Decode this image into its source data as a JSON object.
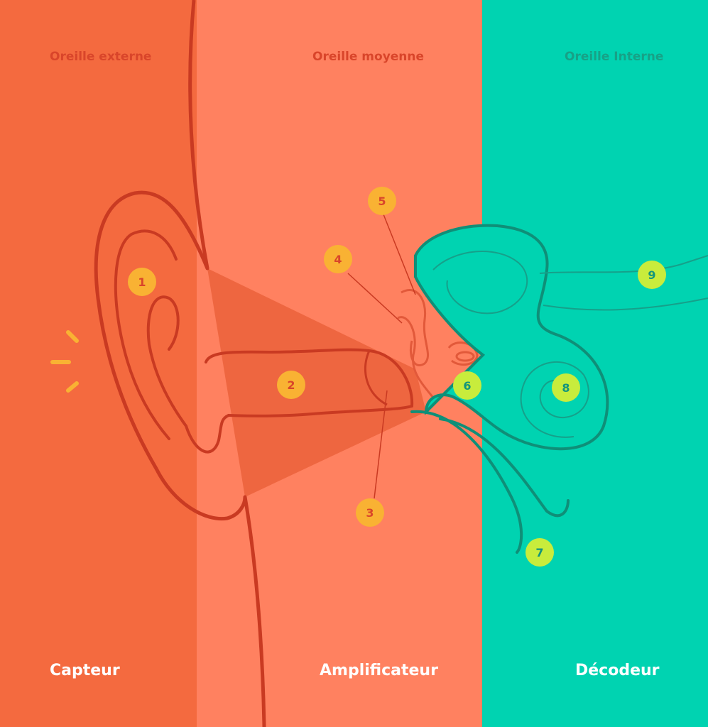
{
  "zones": [
    {
      "title": "Oreille externe",
      "role": "Capteur"
    },
    {
      "title": "Oreille moyenne",
      "role": "Amplificateur"
    },
    {
      "title": "Oreille Interne",
      "role": "Décodeur"
    }
  ],
  "markers": [
    "1",
    "2",
    "3",
    "4",
    "5",
    "6",
    "7",
    "8",
    "9"
  ],
  "colors": {
    "outer_bg": "#f46a3f",
    "middle_bg": "#ff8160",
    "inner_bg": "#00d3b1",
    "outline_red": "#c93a22",
    "outline_teal": "#0f8f78",
    "marker_orange": "#f9b233",
    "marker_lime": "#c8ec3c",
    "sound_dash": "#f9b233",
    "role_text": "#ffffff"
  }
}
